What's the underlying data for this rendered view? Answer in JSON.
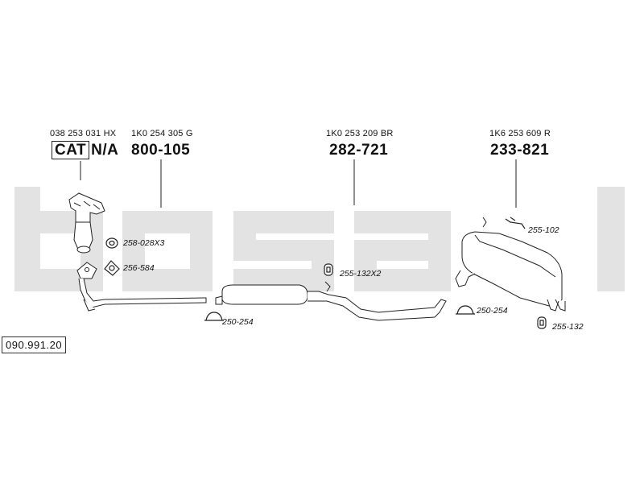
{
  "watermark": {
    "text": "bosal",
    "color": "#e3e3e3"
  },
  "diagram": {
    "reference": "090.991.20"
  },
  "parts": [
    {
      "oem": "038 253 031 HX",
      "cat_badge": "CAT",
      "code": "N/A"
    },
    {
      "oem": "1K0 254 305 G",
      "code": "800-105"
    },
    {
      "oem": "1K0 253 209 BR",
      "code": "282-721"
    },
    {
      "oem": "1K6 253 609 R",
      "code": "233-821"
    }
  ],
  "accessories": [
    {
      "code": "258-028X3"
    },
    {
      "code": "256-584"
    },
    {
      "code": "250-254"
    },
    {
      "code": "255-132X2"
    },
    {
      "code": "255-102"
    },
    {
      "code": "250-254"
    },
    {
      "code": "255-132"
    }
  ]
}
